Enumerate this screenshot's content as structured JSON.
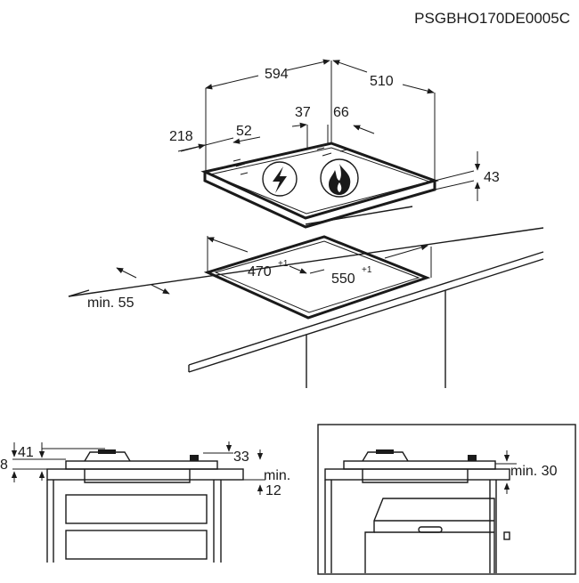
{
  "doc_code": "PSGBHO170DE0005C",
  "top": {
    "width": "594",
    "depth": "510",
    "side_offset": "218",
    "knob_offset": "52",
    "zone_a": "37",
    "zone_b": "66",
    "height": "43",
    "cutout_depth": "470",
    "cutout_depth_tol": "+1",
    "cutout_width": "550",
    "cutout_width_tol": "+1",
    "min_front": "min. 55"
  },
  "bottom_left": {
    "left_height": "41",
    "left_edge": "8",
    "right_height": "33",
    "min_label": "min.",
    "min_value": "12"
  },
  "bottom_right": {
    "min_label": "min. 30"
  },
  "icons": [
    "lightning-bolt-icon",
    "flame-icon"
  ]
}
